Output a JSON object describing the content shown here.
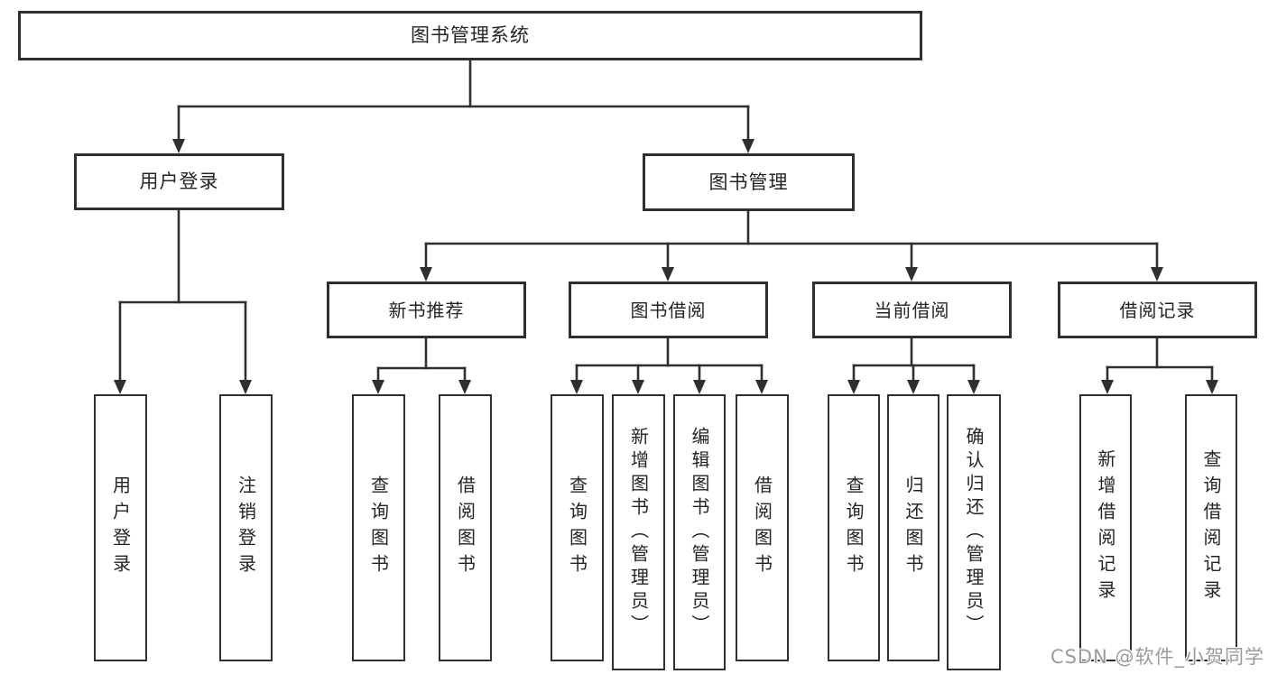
{
  "diagram": {
    "root": {
      "label": "图书管理系统"
    },
    "branches": [
      {
        "label": "用户登录",
        "children": [
          {
            "label": "用户登录"
          },
          {
            "label": "注销登录"
          }
        ]
      },
      {
        "label": "图书管理",
        "children": [
          {
            "label": "新书推荐",
            "children": [
              {
                "label": "查询图书"
              },
              {
                "label": "借阅图书"
              }
            ]
          },
          {
            "label": "图书借阅",
            "children": [
              {
                "label": "查询图书"
              },
              {
                "label": "新增图书（管理员）"
              },
              {
                "label": "编辑图书（管理员）"
              },
              {
                "label": "借阅图书"
              }
            ]
          },
          {
            "label": "当前借阅",
            "children": [
              {
                "label": "查询图书"
              },
              {
                "label": "归还图书"
              },
              {
                "label": "确认归还（管理员）"
              }
            ]
          },
          {
            "label": "借阅记录",
            "children": [
              {
                "label": "新增借阅记录"
              },
              {
                "label": "查询借阅记录"
              }
            ]
          }
        ]
      }
    ]
  },
  "colors": {
    "line": "#2f2f2f",
    "watermark": "#9b9b9b"
  },
  "watermark": {
    "text": "CSDN @软件_小贺同学"
  }
}
